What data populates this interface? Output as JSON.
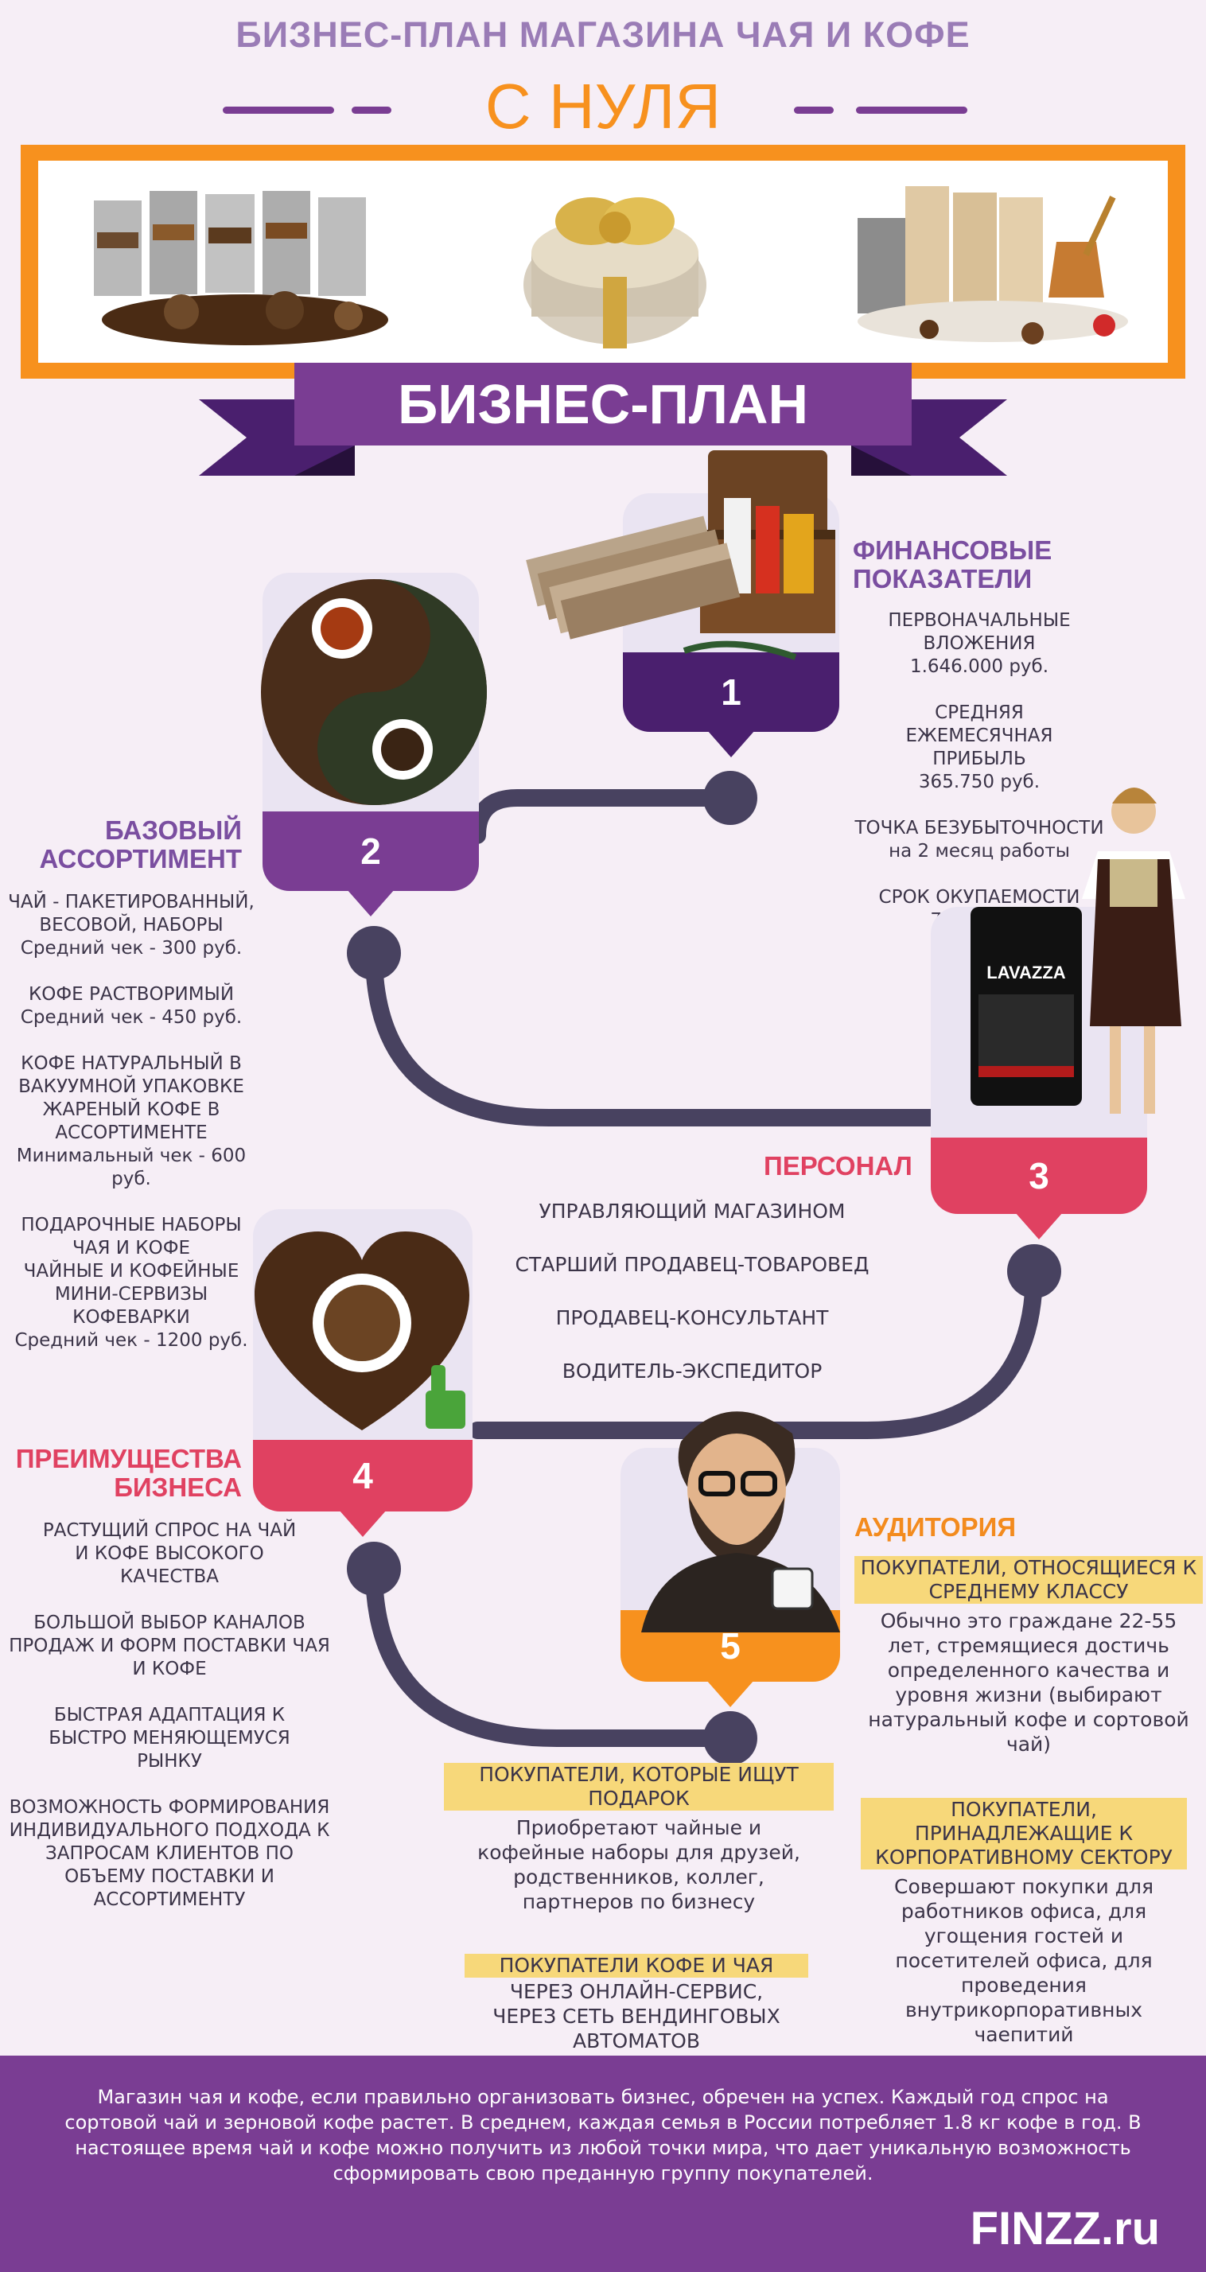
{
  "header": {
    "title": "БИЗНЕС-ПЛАН МАГАЗИНА ЧАЯ И КОФЕ",
    "subtitle": "С НУЛЯ",
    "banner": "БИЗНЕС-ПЛАН"
  },
  "colors": {
    "purple": "#7a3d93",
    "dark_purple": "#4a1f6e",
    "orange": "#f7911e",
    "pink": "#e04161",
    "road": "#484260",
    "highlight": "#f7d87a",
    "background": "#f6eef6"
  },
  "steps": [
    {
      "num": "1",
      "title": "ФИНАНСОВЫЕ ПОКАЗАТЕЛИ",
      "icon": "treasure-chest-money-icon"
    },
    {
      "num": "2",
      "title": "БАЗОВЫЙ АССОРТИМЕНТ",
      "icon": "yin-yang-tea-coffee-icon"
    },
    {
      "num": "3",
      "title": "ПЕРСОНАЛ",
      "icon": "barista-woman-coffee-pack-icon"
    },
    {
      "num": "4",
      "title": "ПРЕИМУЩЕСТВА БИЗНЕСА",
      "icon": "coffee-heart-thumbs-up-icon"
    },
    {
      "num": "5",
      "title": "АУДИТОРИЯ",
      "icon": "bearded-man-with-cup-icon"
    }
  ],
  "finance": [
    {
      "label": "ПЕРВОНАЧАЛЬНЫЕ ВЛОЖЕНИЯ",
      "value": "1.646.000 руб."
    },
    {
      "label": "СРЕДНЯЯ ЕЖЕМЕСЯЧНАЯ ПРИБЫЛЬ",
      "value": "365.750 руб."
    },
    {
      "label": "ТОЧКА БЕЗУБЫТОЧНОСТИ",
      "value": "на 2 месяц работы"
    },
    {
      "label": "СРОК ОКУПАЕМОСТИ",
      "value": "7 месяцев"
    }
  ],
  "assortment": [
    {
      "lines": [
        "ЧАЙ - ПАКЕТИРОВАННЫЙ, ВЕСОВОЙ, НАБОРЫ"
      ],
      "check": "Средний чек - 300 руб."
    },
    {
      "lines": [
        "КОФЕ РАСТВОРИМЫЙ"
      ],
      "check": "Средний чек - 450 руб."
    },
    {
      "lines": [
        "КОФЕ НАТУРАЛЬНЫЙ В ВАКУУМНОЙ УПАКОВКЕ",
        "ЖАРЕНЫЙ КОФЕ В АССОРТИМЕНТЕ"
      ],
      "check": "Минимальный чек - 600 руб."
    },
    {
      "lines": [
        "ПОДАРОЧНЫЕ НАБОРЫ ЧАЯ И КОФЕ",
        "ЧАЙНЫЕ И КОФЕЙНЫЕ МИНИ-СЕРВИЗЫ",
        "КОФЕВАРКИ"
      ],
      "check": "Средний чек - 1200 руб."
    }
  ],
  "staff": [
    "УПРАВЛЯЮЩИЙ МАГАЗИНОМ",
    "СТАРШИЙ ПРОДАВЕЦ-ТОВАРОВЕД",
    "ПРОДАВЕЦ-КОНСУЛЬТАНТ",
    "ВОДИТЕЛЬ-ЭКСПЕДИТОР"
  ],
  "advantages": [
    "РАСТУЩИЙ СПРОС НА ЧАЙ И КОФЕ ВЫСОКОГО КАЧЕСТВА",
    "БОЛЬШОЙ ВЫБОР КАНАЛОВ ПРОДАЖ И ФОРМ ПОСТАВКИ ЧАЯ И КОФЕ",
    "БЫСТРАЯ АДАПТАЦИЯ К БЫСТРО МЕНЯЮЩЕМУСЯ РЫНКУ",
    "ВОЗМОЖНОСТЬ ФОРМИРОВАНИЯ ИНДИВИДУАЛЬНОГО ПОДХОДА К ЗАПРОСАМ КЛИЕНТОВ ПО ОБЪЕМУ ПОСТАВКИ И АССОРТИМЕНТУ"
  ],
  "audience": {
    "middle_class": {
      "title": "ПОКУПАТЕЛИ, ОТНОСЯЩИЕСЯ К СРЕДНЕМУ КЛАССУ",
      "text": "Обычно это граждане 22-55 лет, стремящиеся достичь определенного качества и уровня жизни (выбирают натуральный кофе и сортовой чай)"
    },
    "gift": {
      "title": "ПОКУПАТЕЛИ, КОТОРЫЕ ИЩУТ ПОДАРОК",
      "text": "Приобретают чайные и кофейные наборы для друзей, родственников, коллег, партнеров по бизнесу"
    },
    "corporate": {
      "title": "ПОКУПАТЕЛИ, ПРИНАДЛЕЖАЩИЕ К КОРПОРАТИВНОМУ СЕКТОРУ",
      "text": "Совершают покупки для работников офиса, для угощения гостей и посетителей офиса, для проведения внутрикорпоративных чаепитий"
    },
    "online": {
      "title": "ПОКУПАТЕЛИ КОФЕ И ЧАЯ",
      "text": "ЧЕРЕЗ ОНЛАЙН-СЕРВИС, ЧЕРЕЗ СЕТЬ ВЕНДИНГОВЫХ АВТОМАТОВ"
    }
  },
  "footer": {
    "text": "Магазин чая и кофе, если правильно организовать бизнес, обречен на успех. Каждый год спрос на сортовой чай и зерновой кофе растет. В среднем, каждая семья в России потребляет 1.8 кг кофе в год. В настоящее время чай и кофе можно получить из любой точки мира, что дает уникальную возможность сформировать свою преданную группу покупателей.",
    "brand": "FINZZ.ru"
  }
}
